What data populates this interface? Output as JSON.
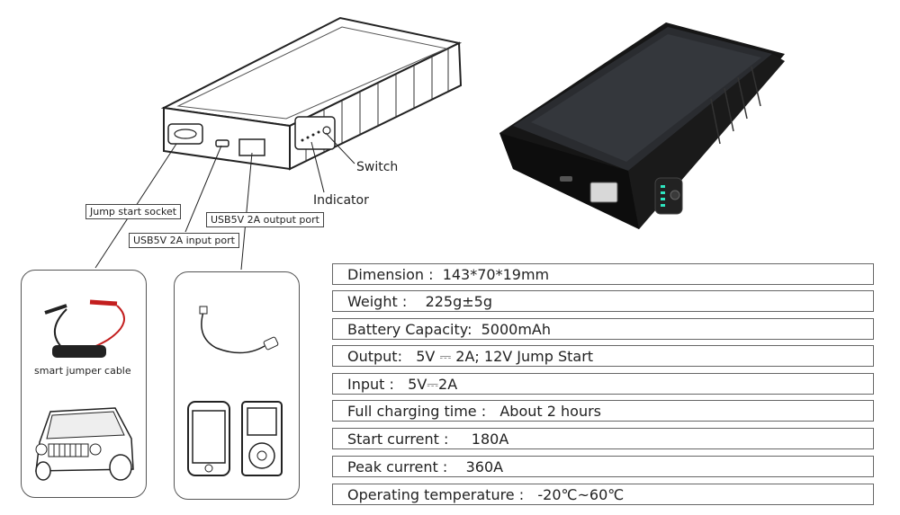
{
  "labels": {
    "jump_start_socket": "Jump start socket",
    "usb_input": "USB5V 2A input port",
    "usb_output": "USB5V 2A output port",
    "switch": "Switch",
    "indicator": "Indicator",
    "smart_cable": "smart jumper cable"
  },
  "specs": [
    "Dimension :  143*70*19mm",
    "Weight :    225g±5g",
    "Battery Capacity:  5000mAh",
    "Output:   5V ⎓ 2A; 12V Jump Start",
    "Input :   5V⎓2A",
    "Full charging time :   About 2 hours",
    "Start current :     180A",
    "Peak current :    360A",
    "Operating temperature :   -20℃~60℃"
  ]
}
